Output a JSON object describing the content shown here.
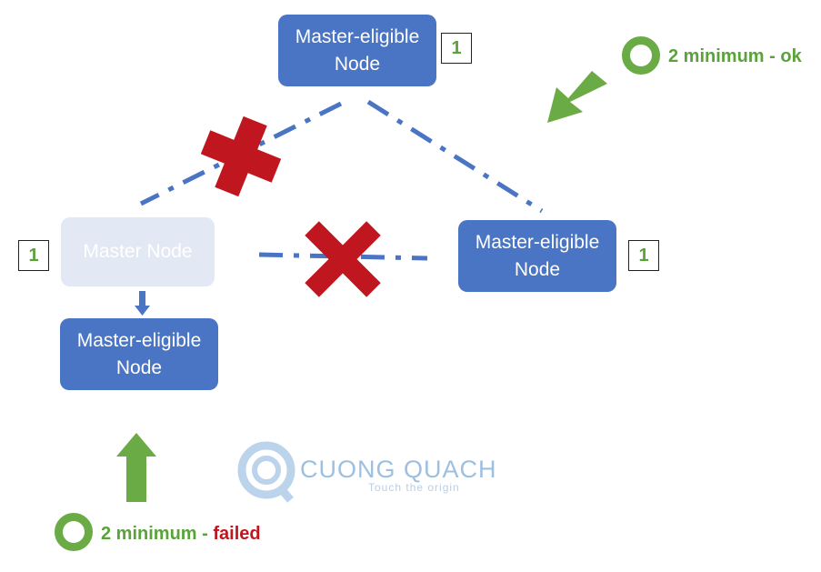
{
  "nodes": {
    "top": {
      "line1": "Master-eligible",
      "line2": "Node"
    },
    "master": {
      "line1": "Master Node"
    },
    "bottom_left": {
      "line1": "Master-eligible",
      "line2": "Node"
    },
    "right": {
      "line1": "Master-eligible",
      "line2": "Node"
    }
  },
  "votes": {
    "top": "1",
    "left": "1",
    "right": "1"
  },
  "status_ok": {
    "text": "2 minimum - ok"
  },
  "status_failed": {
    "prefix": "2 minimum - ",
    "fail_word": "failed"
  },
  "logo": {
    "name": "CUONG QUACH",
    "tagline": "Touch the origin"
  },
  "colors": {
    "node": "#4a74c4",
    "faded_node": "#e2e8f4",
    "ok": "#5aa33a",
    "fail": "#c0161f",
    "cross": "#c0161f",
    "arrow": "#6aab45"
  }
}
